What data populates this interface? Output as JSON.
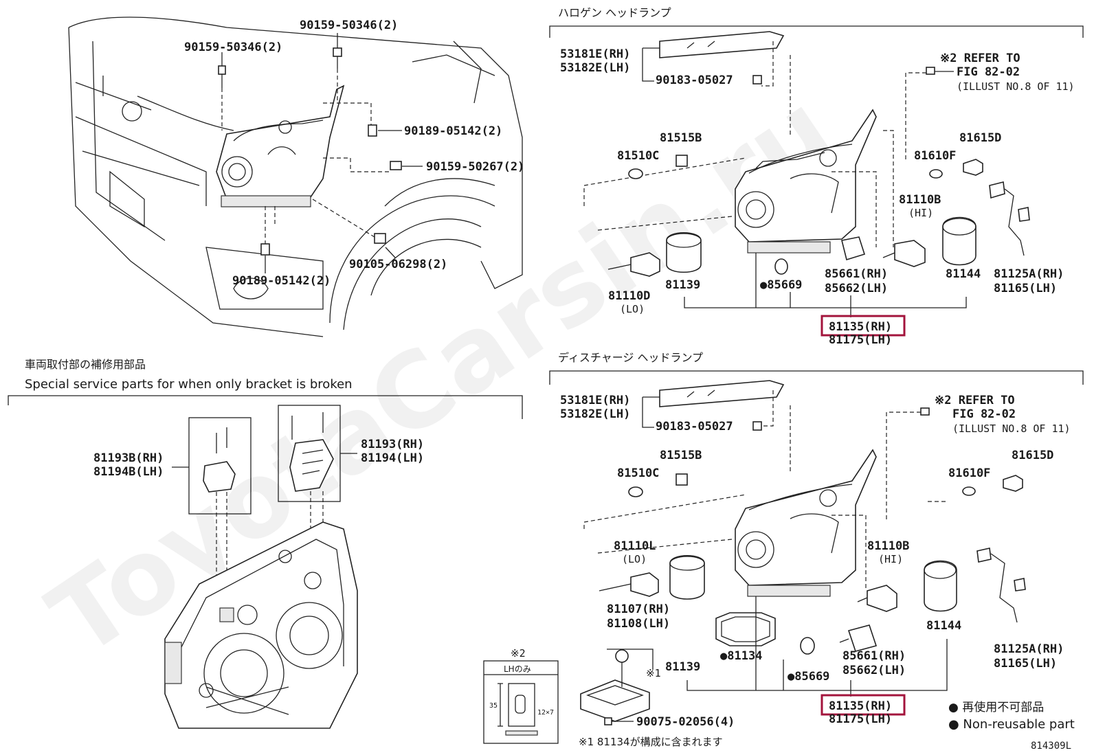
{
  "watermark": "ToyotaCarsin.ru",
  "figure_code": "814309L",
  "sections": {
    "halogen_title": "ハロゲン ヘッドランプ",
    "discharge_title": "ディスチャージ ヘッドランプ",
    "bracket_title_jp": "車両取付部の補修用部品",
    "bracket_title_en": "Special service parts for when only bracket is broken"
  },
  "vehicle_view": {
    "labels": [
      "90159-50346(2)",
      "90159-50346(2)",
      "90189-05142(2)",
      "90159-50267(2)",
      "90105-06298(2)",
      "90189-05142(2)"
    ]
  },
  "halogen": {
    "cover": [
      "53181E(RH)",
      "53182E(LH)"
    ],
    "clip": "90183-05027",
    "refer": [
      "※2 REFER TO",
      "FIG 82-02",
      "(ILLUST NO.8 OF 11)"
    ],
    "bulbs": {
      "b81515": "81515B",
      "b81510": "81510C",
      "b81615": "81615D",
      "b81610": "81610F",
      "b81110b": "81110B",
      "hi": "(HI)",
      "b81110d": "81110D",
      "lo": "(LO)"
    },
    "lower": {
      "p81139": "81139",
      "p85669": "●85669",
      "p85661": "85661(RH)",
      "p85662": "85662(LH)",
      "p81144": "81144",
      "p81125": "81125A(RH)",
      "p81165": "81165(LH)"
    },
    "assembly": [
      "81135(RH)",
      "81175(LH)"
    ]
  },
  "discharge": {
    "cover": [
      "53181E(RH)",
      "53182E(LH)"
    ],
    "clip": "90183-05027",
    "refer": [
      "※2 REFER TO",
      "FIG 82-02",
      "(ILLUST NO.8 OF 11)"
    ],
    "bulbs": {
      "b81515": "81515B",
      "b81510": "81510C",
      "b81615": "81615D",
      "b81610": "81610F",
      "b81110l": "81110L",
      "lo": "(LO)",
      "b81110b": "81110B",
      "hi": "(HI)"
    },
    "lower": {
      "p81107": "81107(RH)",
      "p81108": "81108(LH)",
      "note1": "※1",
      "p81134": "●81134",
      "p81139": "81139",
      "p85669": "●85669",
      "p85661": "85661(RH)",
      "p85662": "85662(LH)",
      "p81144": "81144",
      "p81125": "81125A(RH)",
      "p81165": "81165(LH)",
      "screw": "90075-02056(4)"
    },
    "assembly": [
      "81135(RH)",
      "81175(LH)"
    ]
  },
  "bracket": {
    "left": [
      "81193B(RH)",
      "81194B(LH)"
    ],
    "right": [
      "81193(RH)",
      "81194(LH)"
    ]
  },
  "inset": {
    "mark": "※2",
    "label": "LHのみ",
    "dim1": "35",
    "dim2": "12×7"
  },
  "legend": {
    "jp": "● 再使用不可部品",
    "en": "● Non-reusable part"
  },
  "footnote": "※1  81134が構成に含まれます"
}
